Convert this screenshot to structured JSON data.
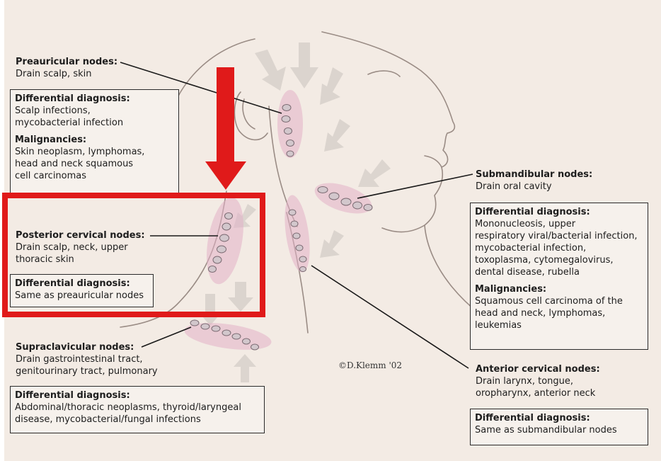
{
  "illustration": {
    "colors": {
      "background": "#f3ebe4",
      "skin_line": "#9a8c85",
      "lymph_node": "#c9b8c2",
      "node_halo": "#e3b2c8",
      "callout_arrow": "#cfc8c2",
      "highlight": "#e01a1a"
    }
  },
  "credit": "©D.Klemm '02",
  "preauricular": {
    "title": "Preauricular nodes:",
    "drain": "Drain scalp, skin",
    "dd_title": "Differential diagnosis:",
    "dd_lines": [
      "Scalp infections,",
      "mycobacterial infection"
    ],
    "mal_title": "Malignancies:",
    "mal_lines": [
      "Skin neoplasm, lymphomas,",
      "head and neck squamous",
      "cell carcinomas"
    ]
  },
  "posterior_cervical": {
    "title": "Posterior cervical nodes:",
    "drain_lines": [
      "Drain scalp, neck, upper",
      "thoracic skin"
    ],
    "dd_title": "Differential diagnosis:",
    "dd_line": "Same as preauricular nodes"
  },
  "supraclavicular": {
    "title": "Supraclavicular nodes:",
    "drain_lines": [
      "Drain gastrointestinal tract,",
      "genitourinary tract, pulmonary"
    ],
    "dd_title": "Differential diagnosis:",
    "dd_lines": [
      "Abdominal/thoracic neoplasms, thyroid/laryngeal",
      "disease, mycobacterial/fungal infections"
    ]
  },
  "submandibular": {
    "title": "Submandibular nodes:",
    "drain": "Drain oral cavity",
    "dd_title": "Differential diagnosis:",
    "dd_lines": [
      "Mononucleosis, upper",
      "respiratory viral/bacterial infection,",
      "mycobacterial infection,",
      "toxoplasma, cytomegalovirus,",
      "dental disease, rubella"
    ],
    "mal_title": "Malignancies:",
    "mal_lines": [
      "Squamous cell carcinoma of the",
      "head and neck, lymphomas,",
      "leukemias"
    ]
  },
  "anterior_cervical": {
    "title": "Anterior cervical nodes:",
    "drain_lines": [
      "Drain larynx, tongue,",
      "oropharynx, anterior neck"
    ],
    "dd_title": "Differential diagnosis:",
    "dd_line": "Same as submandibular nodes"
  }
}
